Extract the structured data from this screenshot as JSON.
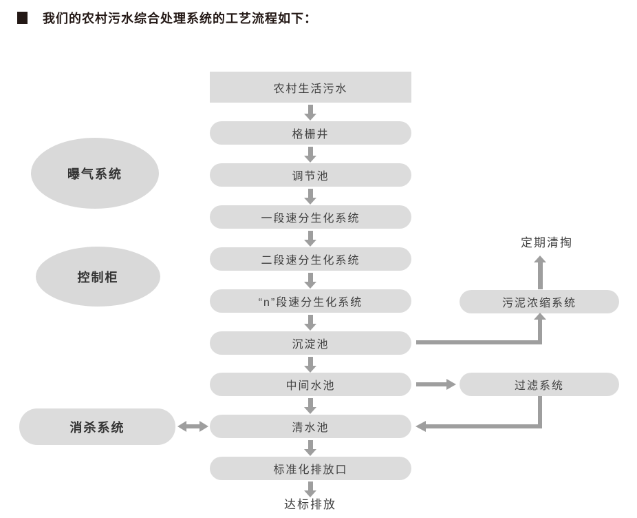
{
  "title": {
    "bullet_icon": "black-square",
    "text": "我们的农村污水综合处理系统的工艺流程如下："
  },
  "flow": {
    "main_steps": [
      "农村生活污水",
      "格栅井",
      "调节池",
      "一段速分生化系统",
      "二段速分生化系统",
      "“n”段速分生化系统",
      "沉淀池",
      "中间水池",
      "清水池",
      "标准化排放口"
    ],
    "final_output": "达标排放",
    "side_left": {
      "aeration": "曝气系统",
      "control_cabinet": "控制柜",
      "disinfection": "消杀系统"
    },
    "side_right": {
      "sludge_thickening": "污泥浓缩系统",
      "filter": "过滤系统",
      "periodic_removal": "定期清掏"
    }
  },
  "colors": {
    "box_fill": "#dcdcdc",
    "ellipse_fill": "#d9d9d9",
    "arrow": "#9e9e9e",
    "box_text": "#404040",
    "title_text": "#231815",
    "background": "#ffffff"
  }
}
